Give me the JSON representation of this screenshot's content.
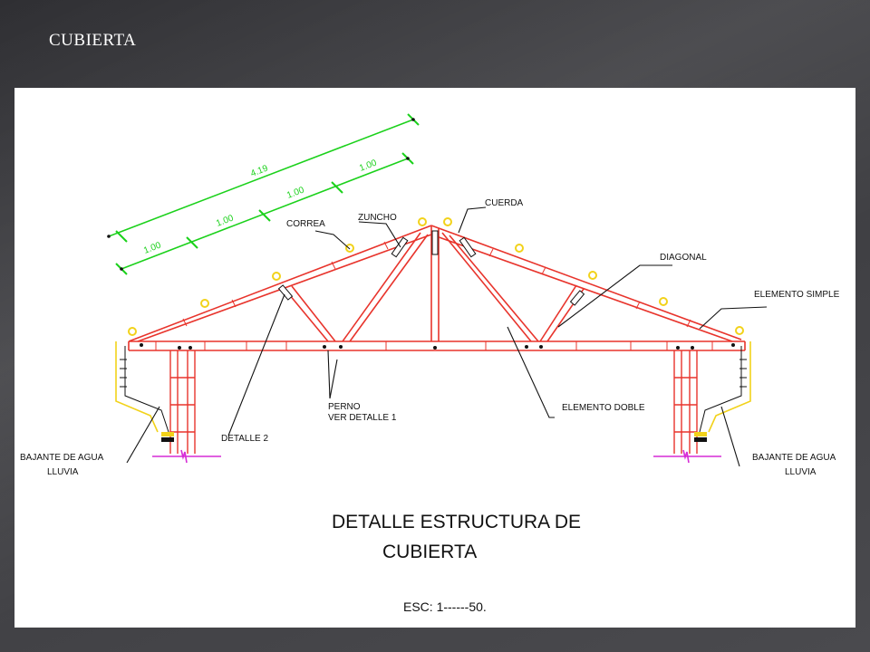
{
  "slide": {
    "title": "CUBIERTA"
  },
  "dimensions": {
    "total": "4.19",
    "segments": [
      "1.00",
      "1.00",
      "1.00",
      "1.00"
    ]
  },
  "labels": {
    "correa": "CORREA",
    "zuncho": "ZUNCHO",
    "cuerda": "CUERDA",
    "diagonal": "DIAGONAL",
    "elemento_simple": "ELEMENTO SIMPLE",
    "elemento_doble": "ELEMENTO DOBLE",
    "perno_line1": "PERNO",
    "perno_line2": "VER DETALLE 1",
    "detalle2": "DETALLE 2",
    "bajante_left_1": "BAJANTE DE AGUA",
    "bajante_left_2": "LLUVIA",
    "bajante_right_1": "BAJANTE DE AGUA",
    "bajante_right_2": "LLUVIA"
  },
  "caption": {
    "line1": "DETALLE  ESTRUCTURA DE",
    "line2": "CUBIERTA",
    "scale": "ESC: 1------50."
  },
  "colors": {
    "truss": "#e8342c",
    "dimension": "#1bd11b",
    "purlin": "#f2d21a",
    "base": "#d62bd6"
  }
}
